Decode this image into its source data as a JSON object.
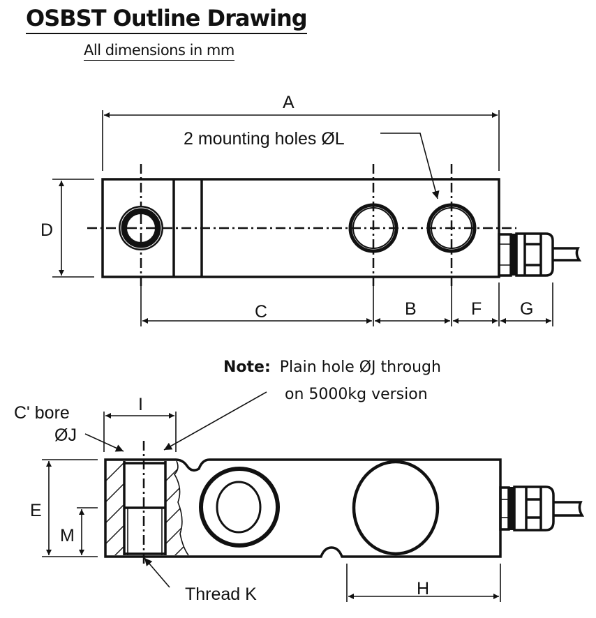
{
  "header": {
    "title": "OSBST Outline Drawing",
    "subtitle": "All dimensions in mm"
  },
  "top_view": {
    "dimensions": {
      "A": "A",
      "B": "B",
      "C": "C",
      "D": "D",
      "F": "F",
      "G": "G"
    },
    "callout_mounting_holes": "2 mounting holes ØL"
  },
  "side_view": {
    "dimensions": {
      "E": "E",
      "H": "H",
      "I": "I",
      "M": "M"
    },
    "callout_cbore_line1": "C' bore",
    "callout_cbore_line2": "ØJ",
    "callout_thread": "Thread K",
    "note_label": "Note:",
    "note_line1": "Plain hole ØJ through",
    "note_line2": "on 5000kg version"
  }
}
